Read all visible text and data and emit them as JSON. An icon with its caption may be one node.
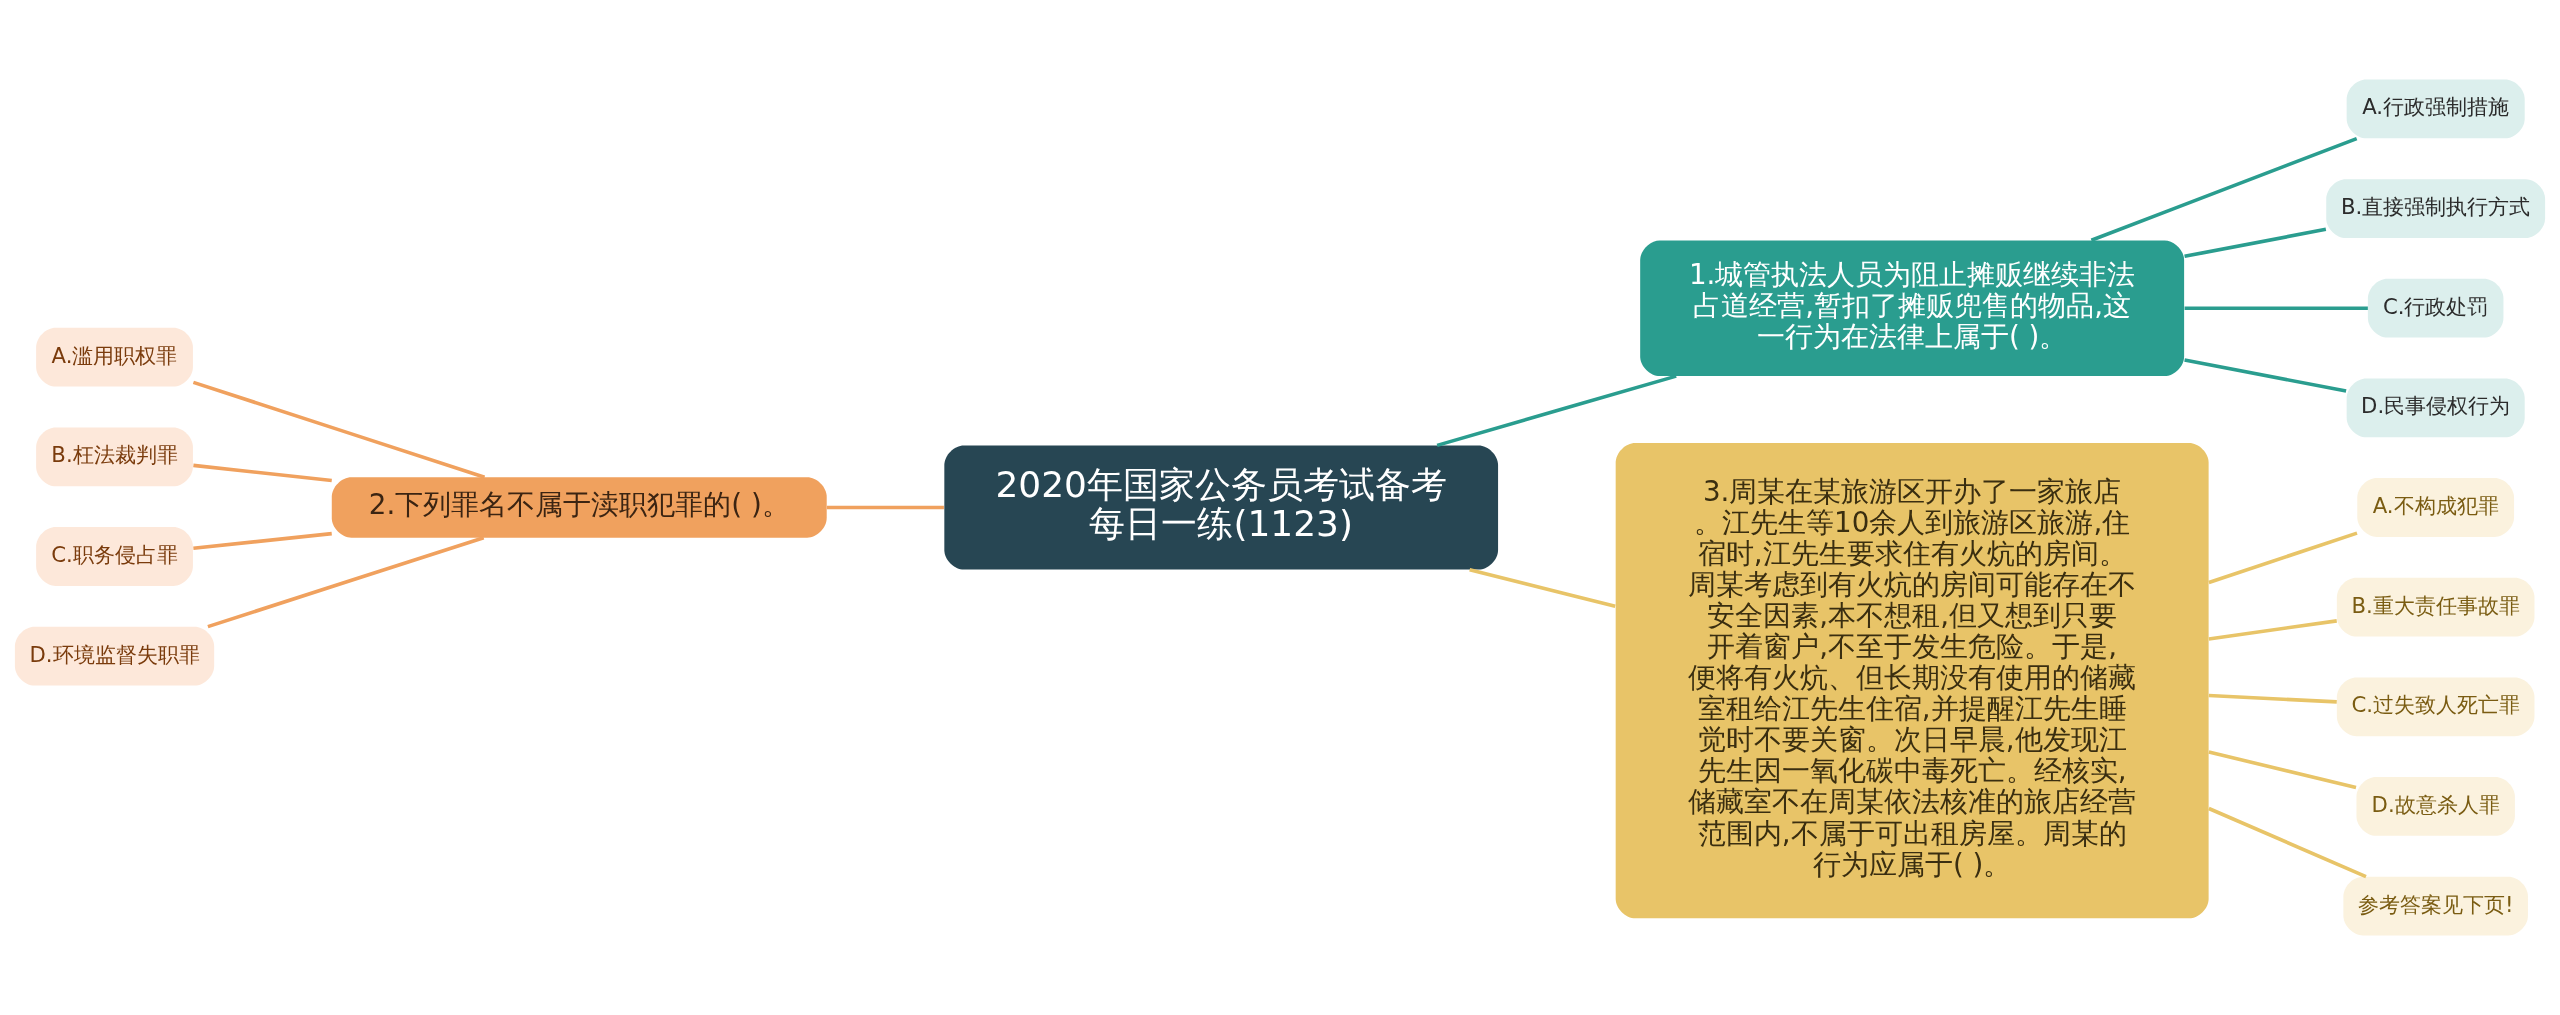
{
  "diagram": {
    "nodes": [
      {
        "text": [
          "2020年国家公务员考试备考每日一练(1123)"
        ]
      },
      {
        "text": [
          "1.城管执法人员为阻止摊贩继续非法占道经营,暂扣了摊贩兜售的物品,这一行为在法律上属于( )。"
        ]
      },
      {
        "text": [
          "A.行政强制措施"
        ]
      },
      {
        "text": [
          "B.直接强制执行方式"
        ]
      },
      {
        "text": [
          "C.行政处罚"
        ]
      },
      {
        "text": [
          "D.民事侵权行为"
        ]
      },
      {
        "text": [
          "2.下列罪名不属于渎职犯罪的( )。"
        ]
      },
      {
        "text": [
          "A.滥用职权罪"
        ]
      },
      {
        "text": [
          "B.枉法裁判罪"
        ]
      },
      {
        "text": [
          "C.职务侵占罪"
        ]
      },
      {
        "text": [
          "D.环境监督失职罪"
        ]
      },
      {
        "text": [
          "3.周某在某旅游区开办了一家旅店。江先生等10余人到旅游区旅游,住宿时,江先生要求住有火炕的房间。周某考虑到有火炕的房间可能存在不安全因素,本不想租,但又想到只要开着窗户,不至于发生危险。于是,便将有火炕、但长期没有使用的储藏室租给江先生住宿,并提醒江先生睡觉时不要关窗。次日早晨,他发现江先生因一氧化碳中毒死亡。经核实,储藏室不在周某依法核准的旅店经营范围内,不属于可出租房屋。周某的行为应属于( )。"
        ]
      },
      {
        "text": [
          "A.不构成犯罪"
        ]
      },
      {
        "text": [
          "B.重大责任事故罪"
        ]
      },
      {
        "text": [
          "C.过失致人死亡罪"
        ]
      },
      {
        "text": [
          "D.故意杀人罪"
        ]
      },
      {
        "text": [
          "参考答案见下页!"
        ]
      }
    ],
    "edges": [
      {
        "from": 0,
        "to": 1,
        "arrow": "none",
        "color": "#2a9d8f"
      },
      {
        "from": 1,
        "to": 2,
        "arrow": "none",
        "color": "#2a9d8f"
      },
      {
        "from": 1,
        "to": 3,
        "arrow": "none",
        "color": "#2a9d8f"
      },
      {
        "from": 1,
        "to": 4,
        "arrow": "none",
        "color": "#2a9d8f"
      },
      {
        "from": 1,
        "to": 5,
        "arrow": "none",
        "color": "#2a9d8f"
      },
      {
        "from": 6,
        "to": 0,
        "arrow": "none",
        "color": "#f0a15e"
      },
      {
        "from": 7,
        "to": 6,
        "arrow": "none",
        "color": "#f0a15e"
      },
      {
        "from": 8,
        "to": 6,
        "arrow": "none",
        "color": "#f0a15e"
      },
      {
        "from": 9,
        "to": 6,
        "arrow": "none",
        "color": "#f0a15e"
      },
      {
        "from": 10,
        "to": 6,
        "arrow": "none",
        "color": "#f0a15e"
      },
      {
        "from": 0,
        "to": 11,
        "arrow": "none",
        "color": "#e8c468"
      },
      {
        "from": 11,
        "to": 12,
        "arrow": "none",
        "color": "#e8c468"
      },
      {
        "from": 11,
        "to": 13,
        "arrow": "none",
        "color": "#e8c468"
      },
      {
        "from": 11,
        "to": 14,
        "arrow": "none",
        "color": "#e8c468"
      },
      {
        "from": 11,
        "to": 15,
        "arrow": "none",
        "color": "#e8c468"
      },
      {
        "from": 11,
        "to": 16,
        "arrow": "none",
        "color": "#e8c468"
      }
    ]
  }
}
